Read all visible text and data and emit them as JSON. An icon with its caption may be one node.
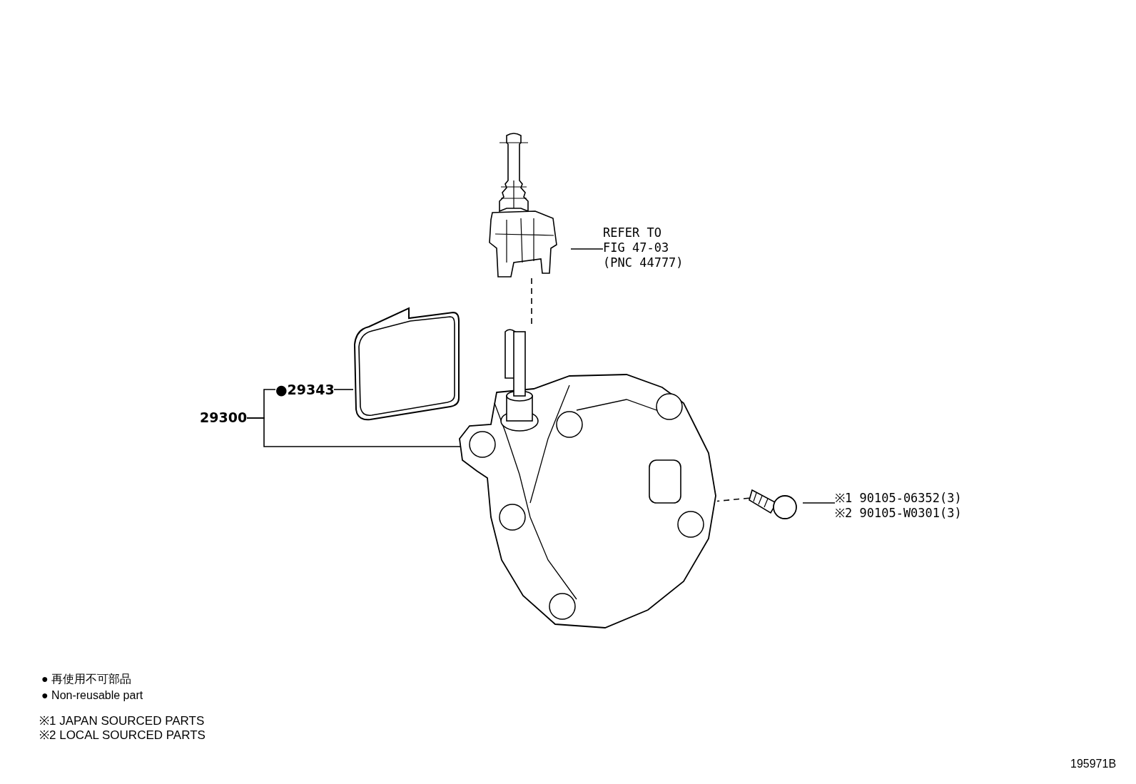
{
  "diagram": {
    "nodes": [
      {
        "text": [
          "REFER TO FIG 47-03 (PNC 44777)"
        ]
      },
      {
        "text": [],
        "shape": "picture"
      },
      {
        "text": [
          "●29343"
        ]
      },
      {
        "text": [],
        "shape": "picture"
      },
      {
        "text": [
          "29300"
        ]
      },
      {
        "text": [],
        "shape": "picture"
      },
      {
        "text": [],
        "shape": "picture"
      },
      {
        "text": [
          "※1 90105-06352(3)",
          "※2 90105-W0301(3)"
        ]
      }
    ],
    "edges": [
      {
        "from": 0,
        "to": 1,
        "arrow": "none"
      },
      {
        "from": 2,
        "to": 3,
        "arrow": "none"
      },
      {
        "from": 4,
        "to": 2,
        "arrow": "none"
      },
      {
        "from": 4,
        "to": 5,
        "arrow": "none"
      },
      {
        "from": 1,
        "to": 5,
        "arrow": "none",
        "style": "dashed"
      },
      {
        "from": 6,
        "to": 5,
        "arrow": "none",
        "style": "dashed"
      },
      {
        "from": 7,
        "to": 6,
        "arrow": "none"
      }
    ],
    "labels": [
      "● 再使用不可部品",
      "● Non-reusable part",
      "※1 JAPAN SOURCED PARTS",
      "※2 LOCAL SOURCED PARTS",
      "195971B"
    ]
  }
}
